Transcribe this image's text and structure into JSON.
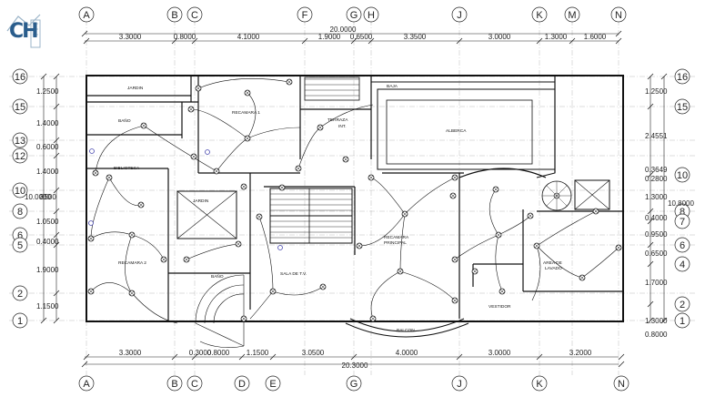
{
  "logo": {
    "text": "CH"
  },
  "top_grid": [
    "A",
    "B",
    "C",
    "F",
    "G",
    "H",
    "J",
    "K",
    "M",
    "N"
  ],
  "bottom_grid": [
    "A",
    "B",
    "C",
    "D",
    "E",
    "G",
    "J",
    "K",
    "N"
  ],
  "left_grid": [
    "16",
    "15",
    "13",
    "12",
    "10",
    "8",
    "6",
    "5",
    "2",
    "1"
  ],
  "right_grid": [
    "16",
    "15",
    "10",
    "8",
    "7",
    "6",
    "4",
    "2",
    "1"
  ],
  "top_total": "20.0000",
  "top_dims": [
    "3.3000",
    "0.8000",
    "4.1000",
    "1.9000",
    "0.6500",
    "3.3500",
    "3.0000",
    "1.3000",
    "1.6000"
  ],
  "bottom_total": "20.3000",
  "bottom_dims": [
    "3.3000",
    "0.3000",
    "0.8000",
    "1.1500",
    "3.0500",
    "4.0000",
    "3.0000",
    "3.2000"
  ],
  "left_total": "10.0000",
  "left_total_overlap": "8500",
  "left_dims": [
    "1.2500",
    "1.4000",
    "0.6000",
    "1.4000",
    "1.0500",
    "0.4000",
    "1.9000",
    "1.1500"
  ],
  "right_total": "10.8000",
  "right_dims": [
    "1.2500",
    "2.4551",
    "0.3649",
    "0.2800",
    "1.3000",
    "0.4000",
    "0.9500",
    "0.6500",
    "1.7000",
    "1.3000",
    "0.8000"
  ],
  "rooms": {
    "jardin_top": "JARDIN",
    "recamara1": "RECAMARA 1",
    "bano_top": "BAÑO",
    "terraza": "TERRAZA",
    "terraza2": "INT.",
    "alberca": "ALBERCA",
    "baja": "BAJA",
    "biblioteca": "BIBLIOTECA",
    "jardin_mid": "JARDIN",
    "recamara_principal": "RECAMARA",
    "recamara_principal2": "PRINCIPAL",
    "recamara2": "RECAMARA 2",
    "bano_mid": "BAÑO",
    "sala": "SALA DE T.V.",
    "vestidor": "VESTIDOR",
    "areade": "AREA DE",
    "lavado": "LAVADO",
    "balcon": "BALCON"
  }
}
